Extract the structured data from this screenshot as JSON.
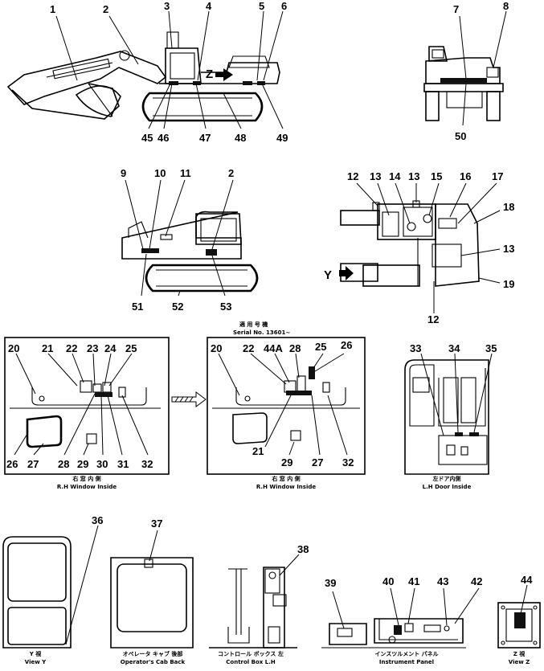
{
  "top_left_numbers": [
    "1",
    "2",
    "3",
    "4",
    "5",
    "6",
    "45",
    "46",
    "47",
    "48",
    "49"
  ],
  "z_arrow_label": "Z",
  "top_right_numbers": [
    "7",
    "8",
    "50"
  ],
  "mid_left_numbers": [
    "9",
    "10",
    "11",
    "2",
    "51",
    "52",
    "53"
  ],
  "mid_right_numbers": [
    "12",
    "13",
    "14",
    "13",
    "15",
    "16",
    "17",
    "18",
    "13",
    "19",
    "12"
  ],
  "y_arrow_label": "Y",
  "rh_window_1": {
    "numbers": [
      "20",
      "21",
      "22",
      "23",
      "24",
      "25",
      "26",
      "27",
      "28",
      "29",
      "30",
      "31",
      "32"
    ],
    "caption_jp": "右 窓 内 側",
    "caption_en": "R.H Window Inside"
  },
  "rh_window_2": {
    "serial_jp": "適 用 号 機",
    "serial": "Serial No. 13601~",
    "numbers": [
      "20",
      "22",
      "44A",
      "28",
      "25",
      "26",
      "21",
      "29",
      "27",
      "32"
    ],
    "caption_jp": "右 窓 内 側",
    "caption_en": "R.H Window Inside"
  },
  "lh_door": {
    "numbers": [
      "33",
      "34",
      "35"
    ],
    "caption_jp": "左ドア内側",
    "caption_en": "L.H Door Inside"
  },
  "view_y": {
    "number": "36",
    "caption_jp": "Y 視",
    "caption_en": "View Y"
  },
  "cab_back": {
    "number": "37",
    "caption_jp": "オペレータ キャブ 後部",
    "caption_en": "Operator's Cab Back"
  },
  "control_box": {
    "number": "38",
    "caption_jp": "コントロール ボックス 左",
    "caption_en": "Control Box L.H"
  },
  "instrument_panel": {
    "numbers": [
      "39",
      "40",
      "41",
      "43",
      "42"
    ],
    "caption_jp": "インスツルメント パネル",
    "caption_en": "Instrument Panel"
  },
  "view_z": {
    "number": "44",
    "caption_jp": "Z 視",
    "caption_en": "View Z"
  }
}
